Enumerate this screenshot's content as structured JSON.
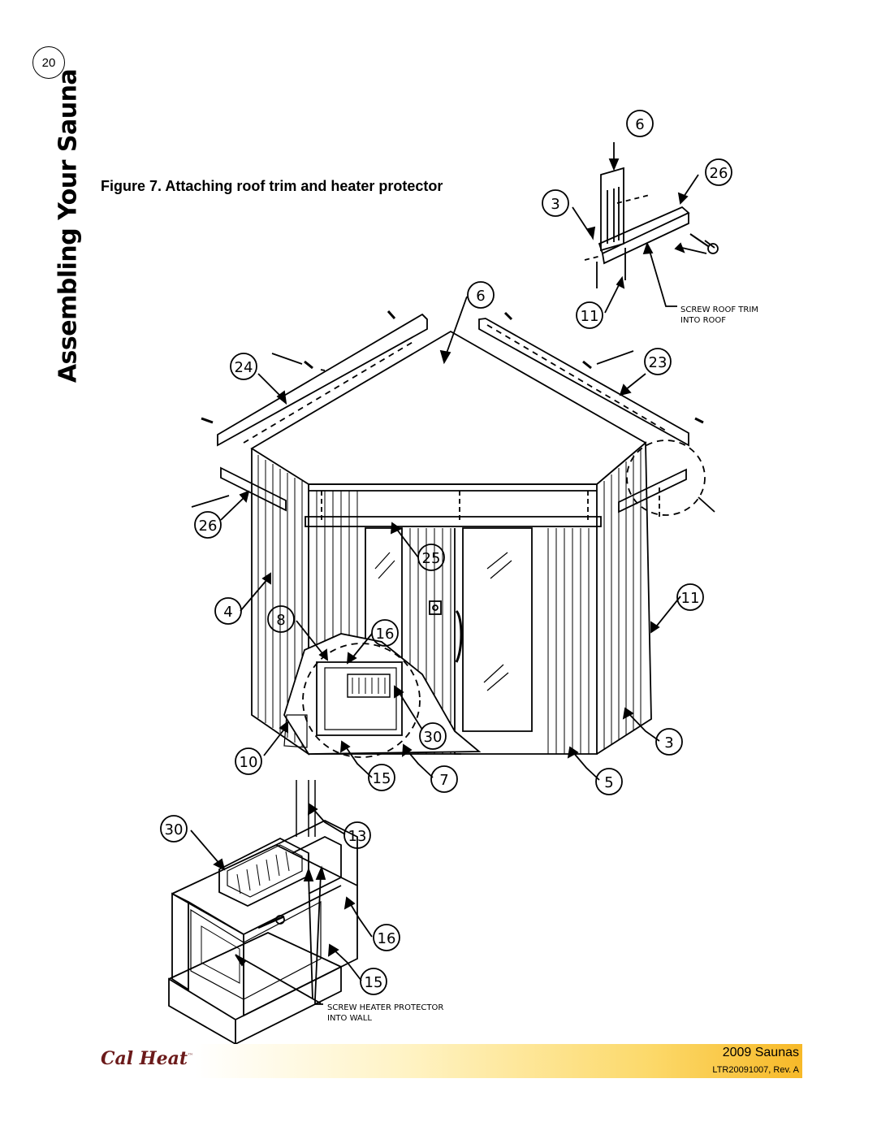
{
  "page": {
    "number": "20",
    "section_title": "Assembling Your Sauna"
  },
  "figure": {
    "caption": "Figure 7. Attaching roof trim and heater protector",
    "detail_notes": {
      "roof": "SCREW ROOF TRIM INTO ROOF",
      "heater": "SCREW HEATER PROTECTOR INTO WALL"
    },
    "callouts": [
      "6",
      "26",
      "3",
      "11",
      "6",
      "24",
      "23",
      "26",
      "25",
      "4",
      "11",
      "8",
      "16",
      "10",
      "30",
      "15",
      "7",
      "5",
      "3",
      "30",
      "13",
      "16",
      "15"
    ]
  },
  "footer": {
    "logo": "Cal Heat",
    "product": "2009 Saunas",
    "doc_number": "LTR20091007, Rev. A"
  }
}
